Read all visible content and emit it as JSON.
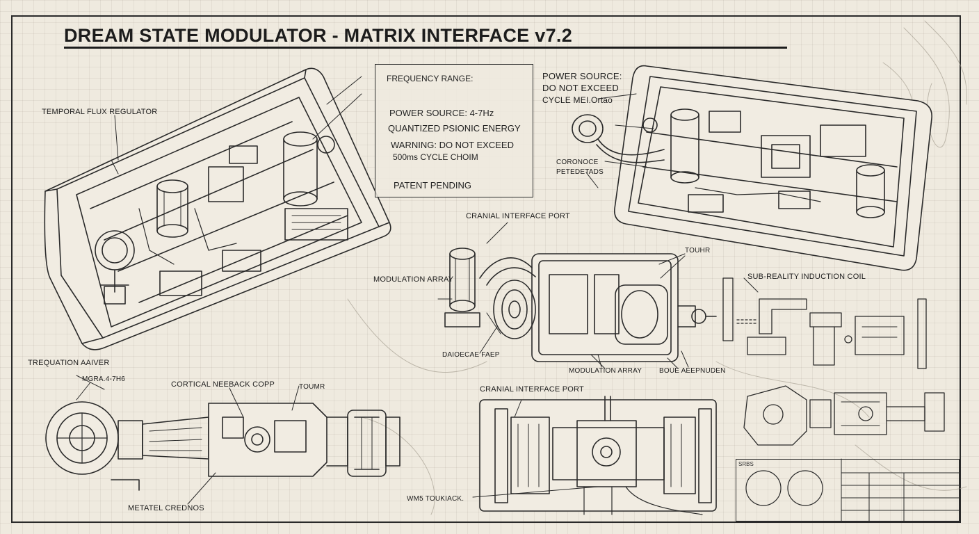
{
  "title": "DREAM STATE MODULATOR - MATRIX INTERFACE v7.2",
  "spec_box": {
    "heading": "FREQUENCY RANGE:",
    "line1": "POWER SOURCE: 4-7Hz",
    "line2": "QUANTIZED PSIONIC ENERGY",
    "line3": "WARNING: DO NOT EXCEED",
    "line4": "500ms CYCLE CHOIM",
    "line5": "PATENT PENDING"
  },
  "labels": {
    "temporal_flux": "TEMPORAL FLUX REGULATOR",
    "power_source_1": "POWER SOURCE:",
    "power_source_2": "DO NOT EXCEED",
    "power_source_3": "CYCLE MEI.Ortao",
    "coronoce_1": "CORONOCE",
    "coronoce_2": "PETEDETADS",
    "cranial_top": "CRANIAL INTERFACE PORT",
    "modulation_left": "MODULATION ARRAY",
    "touhr": "TOUHR",
    "sub_reality": "SUB-REALITY INDUCTION COIL",
    "daioecae": "DAIOECAE FAEP",
    "modulation_bottom": "MODULATION ARRAY",
    "boule": "BOUE AEEPNUDEN",
    "trequation": "TREQUATION AAIVER",
    "mgra": "MGRA.4-7H6",
    "cortical": "CORTICAL NEEBACK COPP",
    "toumr": "TOUMR",
    "cranial_bottom": "CRANIAL INTERFACE PORT",
    "metatel": "METATEL CREDNOS",
    "wm5": "WM5 TOUKIACK."
  },
  "title_block": {
    "label": "SRBS"
  },
  "colors": {
    "paper": "#efeadf",
    "ink": "#1c1c1c",
    "grid": "#cfc7b7"
  }
}
